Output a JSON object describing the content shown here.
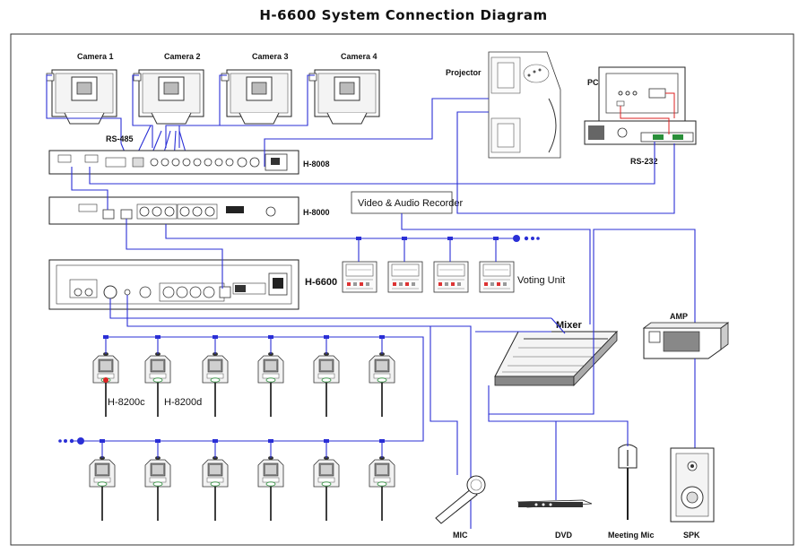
{
  "title": "H-6600 System Connection Diagram",
  "cameras": [
    "Camera 1",
    "Camera 2",
    "Camera 3",
    "Camera 4"
  ],
  "labels": {
    "rs485": "RS-485",
    "h8008": "H-8008",
    "h8000": "H-8000",
    "h6600": "H-6600",
    "projector": "Projector",
    "pc": "PC",
    "rs232": "RS-232",
    "recorder": "Video & Audio Recorder",
    "voting_unit": "Voting Unit",
    "mixer": "Mixer",
    "amp": "AMP",
    "h8200c": "H-8200c",
    "h8200d": "H-8200d",
    "mic": "MIC",
    "dvd": "DVD",
    "meeting_mic": "Meeting Mic",
    "spk": "SPK"
  },
  "colors": {
    "wire": "#2a2fd6",
    "pc_link": "#d22222",
    "outline": "#222222"
  }
}
